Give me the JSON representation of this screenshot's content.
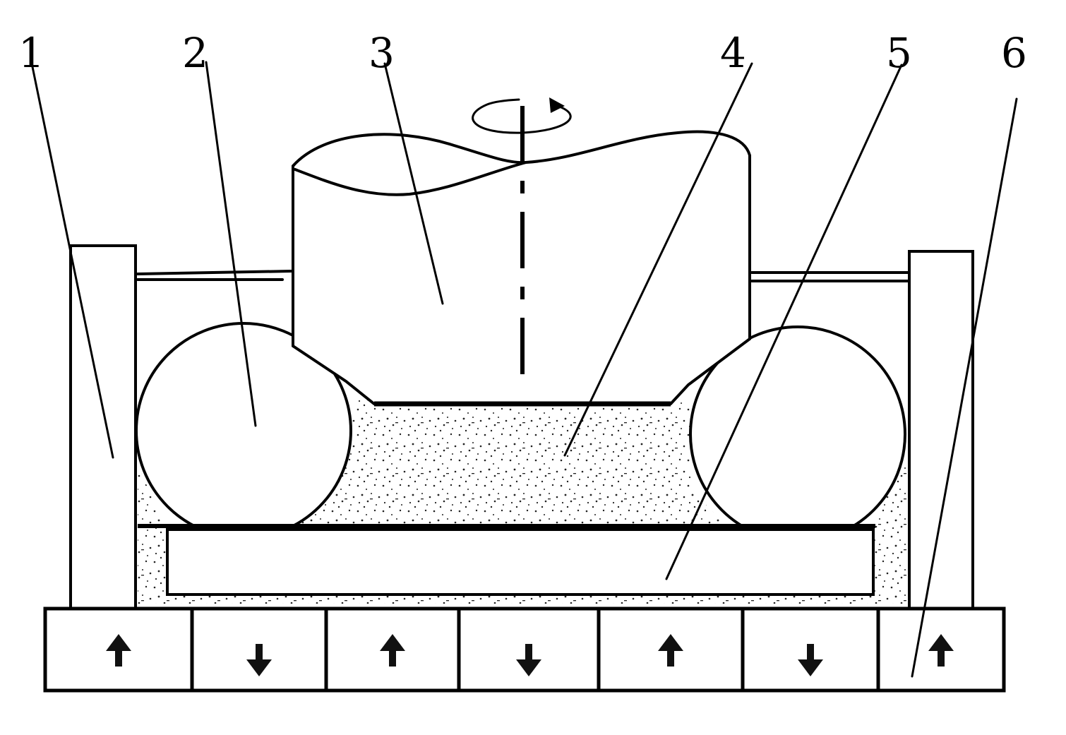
{
  "labels": [
    {
      "id": "1",
      "text": "1"
    },
    {
      "id": "2",
      "text": "2"
    },
    {
      "id": "3",
      "text": "3"
    },
    {
      "id": "4",
      "text": "4"
    },
    {
      "id": "5",
      "text": "5"
    },
    {
      "id": "6",
      "text": "6"
    }
  ],
  "magnets": [
    "up",
    "down",
    "up",
    "down",
    "up",
    "down",
    "up"
  ],
  "rotation_symbol": "clockwise-arrow"
}
